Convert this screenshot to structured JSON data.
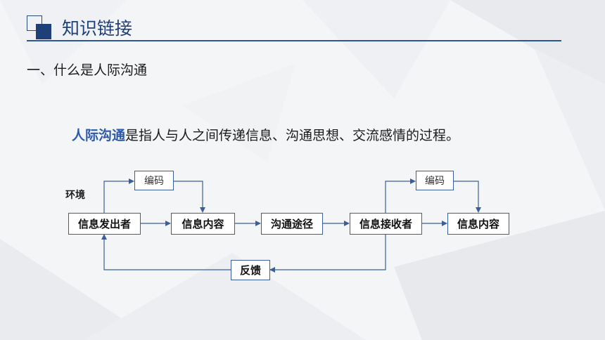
{
  "slide": {
    "title": "知识链接",
    "section_heading": "一、什么是人际沟通",
    "definition_term": "人际沟通",
    "definition_rest": "是指人与人之间传递信息、沟通思想、交流感情的过程。"
  },
  "diagram": {
    "environment_label": "环境",
    "nodes": {
      "sender": "信息发出者",
      "encode_1": "编码",
      "content_1": "信息内容",
      "channel": "沟通途径",
      "receiver": "信息接收者",
      "encode_2": "编码",
      "content_2": "信息内容",
      "feedback": "反馈"
    }
  },
  "colors": {
    "accent": "#1f3f78",
    "term": "#2c5aa8",
    "connector": "#3c5f99"
  }
}
